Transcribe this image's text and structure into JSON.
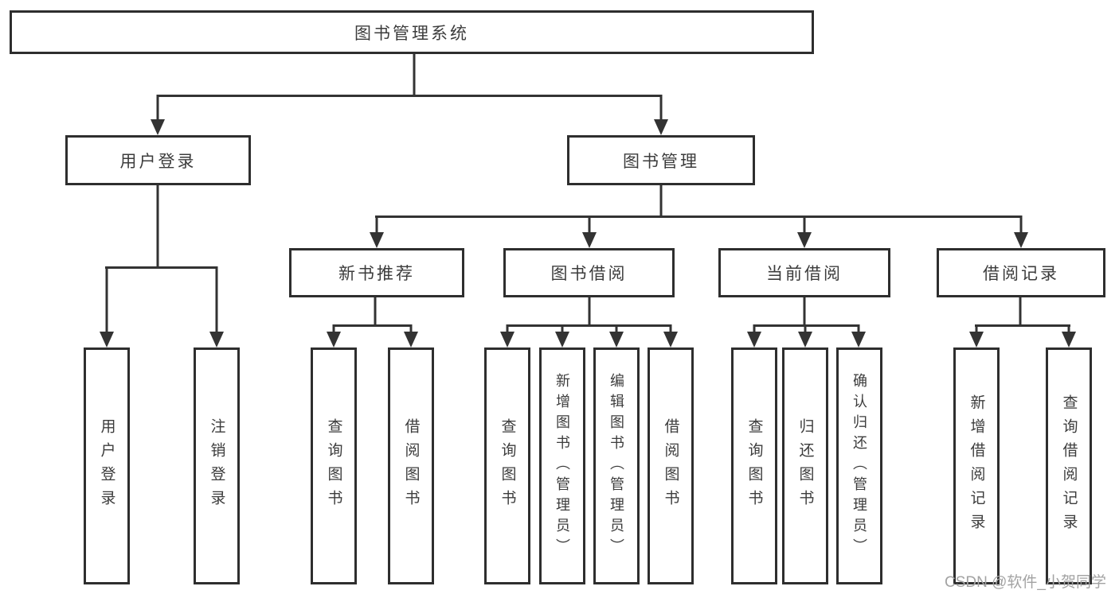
{
  "tree": {
    "root": {
      "label": "图书管理系统"
    },
    "user_login": {
      "label": "用户登录",
      "children": [
        {
          "label": "用户登录"
        },
        {
          "label": "注销登录"
        }
      ]
    },
    "book_management": {
      "label": "图书管理",
      "groups": [
        {
          "label": "新书推荐",
          "children": [
            {
              "label": "查询图书"
            },
            {
              "label": "借阅图书"
            }
          ]
        },
        {
          "label": "图书借阅",
          "children": [
            {
              "label": "查询图书"
            },
            {
              "label": "新增图书（管理员）"
            },
            {
              "label": "编辑图书（管理员）"
            },
            {
              "label": "借阅图书"
            }
          ]
        },
        {
          "label": "当前借阅",
          "children": [
            {
              "label": "查询图书"
            },
            {
              "label": "归还图书"
            },
            {
              "label": "确认归还（管理员）"
            }
          ]
        },
        {
          "label": "借阅记录",
          "children": [
            {
              "label": "新增借阅记录"
            },
            {
              "label": "查询借阅记录"
            }
          ]
        }
      ]
    }
  },
  "watermark": {
    "text": "CSDN @软件_小贺同学"
  },
  "colors": {
    "line": "#333333",
    "box_border": "#2e2e2e",
    "text": "#3c3c3c",
    "background": "#ffffff",
    "watermark": "#a3a3a3"
  }
}
